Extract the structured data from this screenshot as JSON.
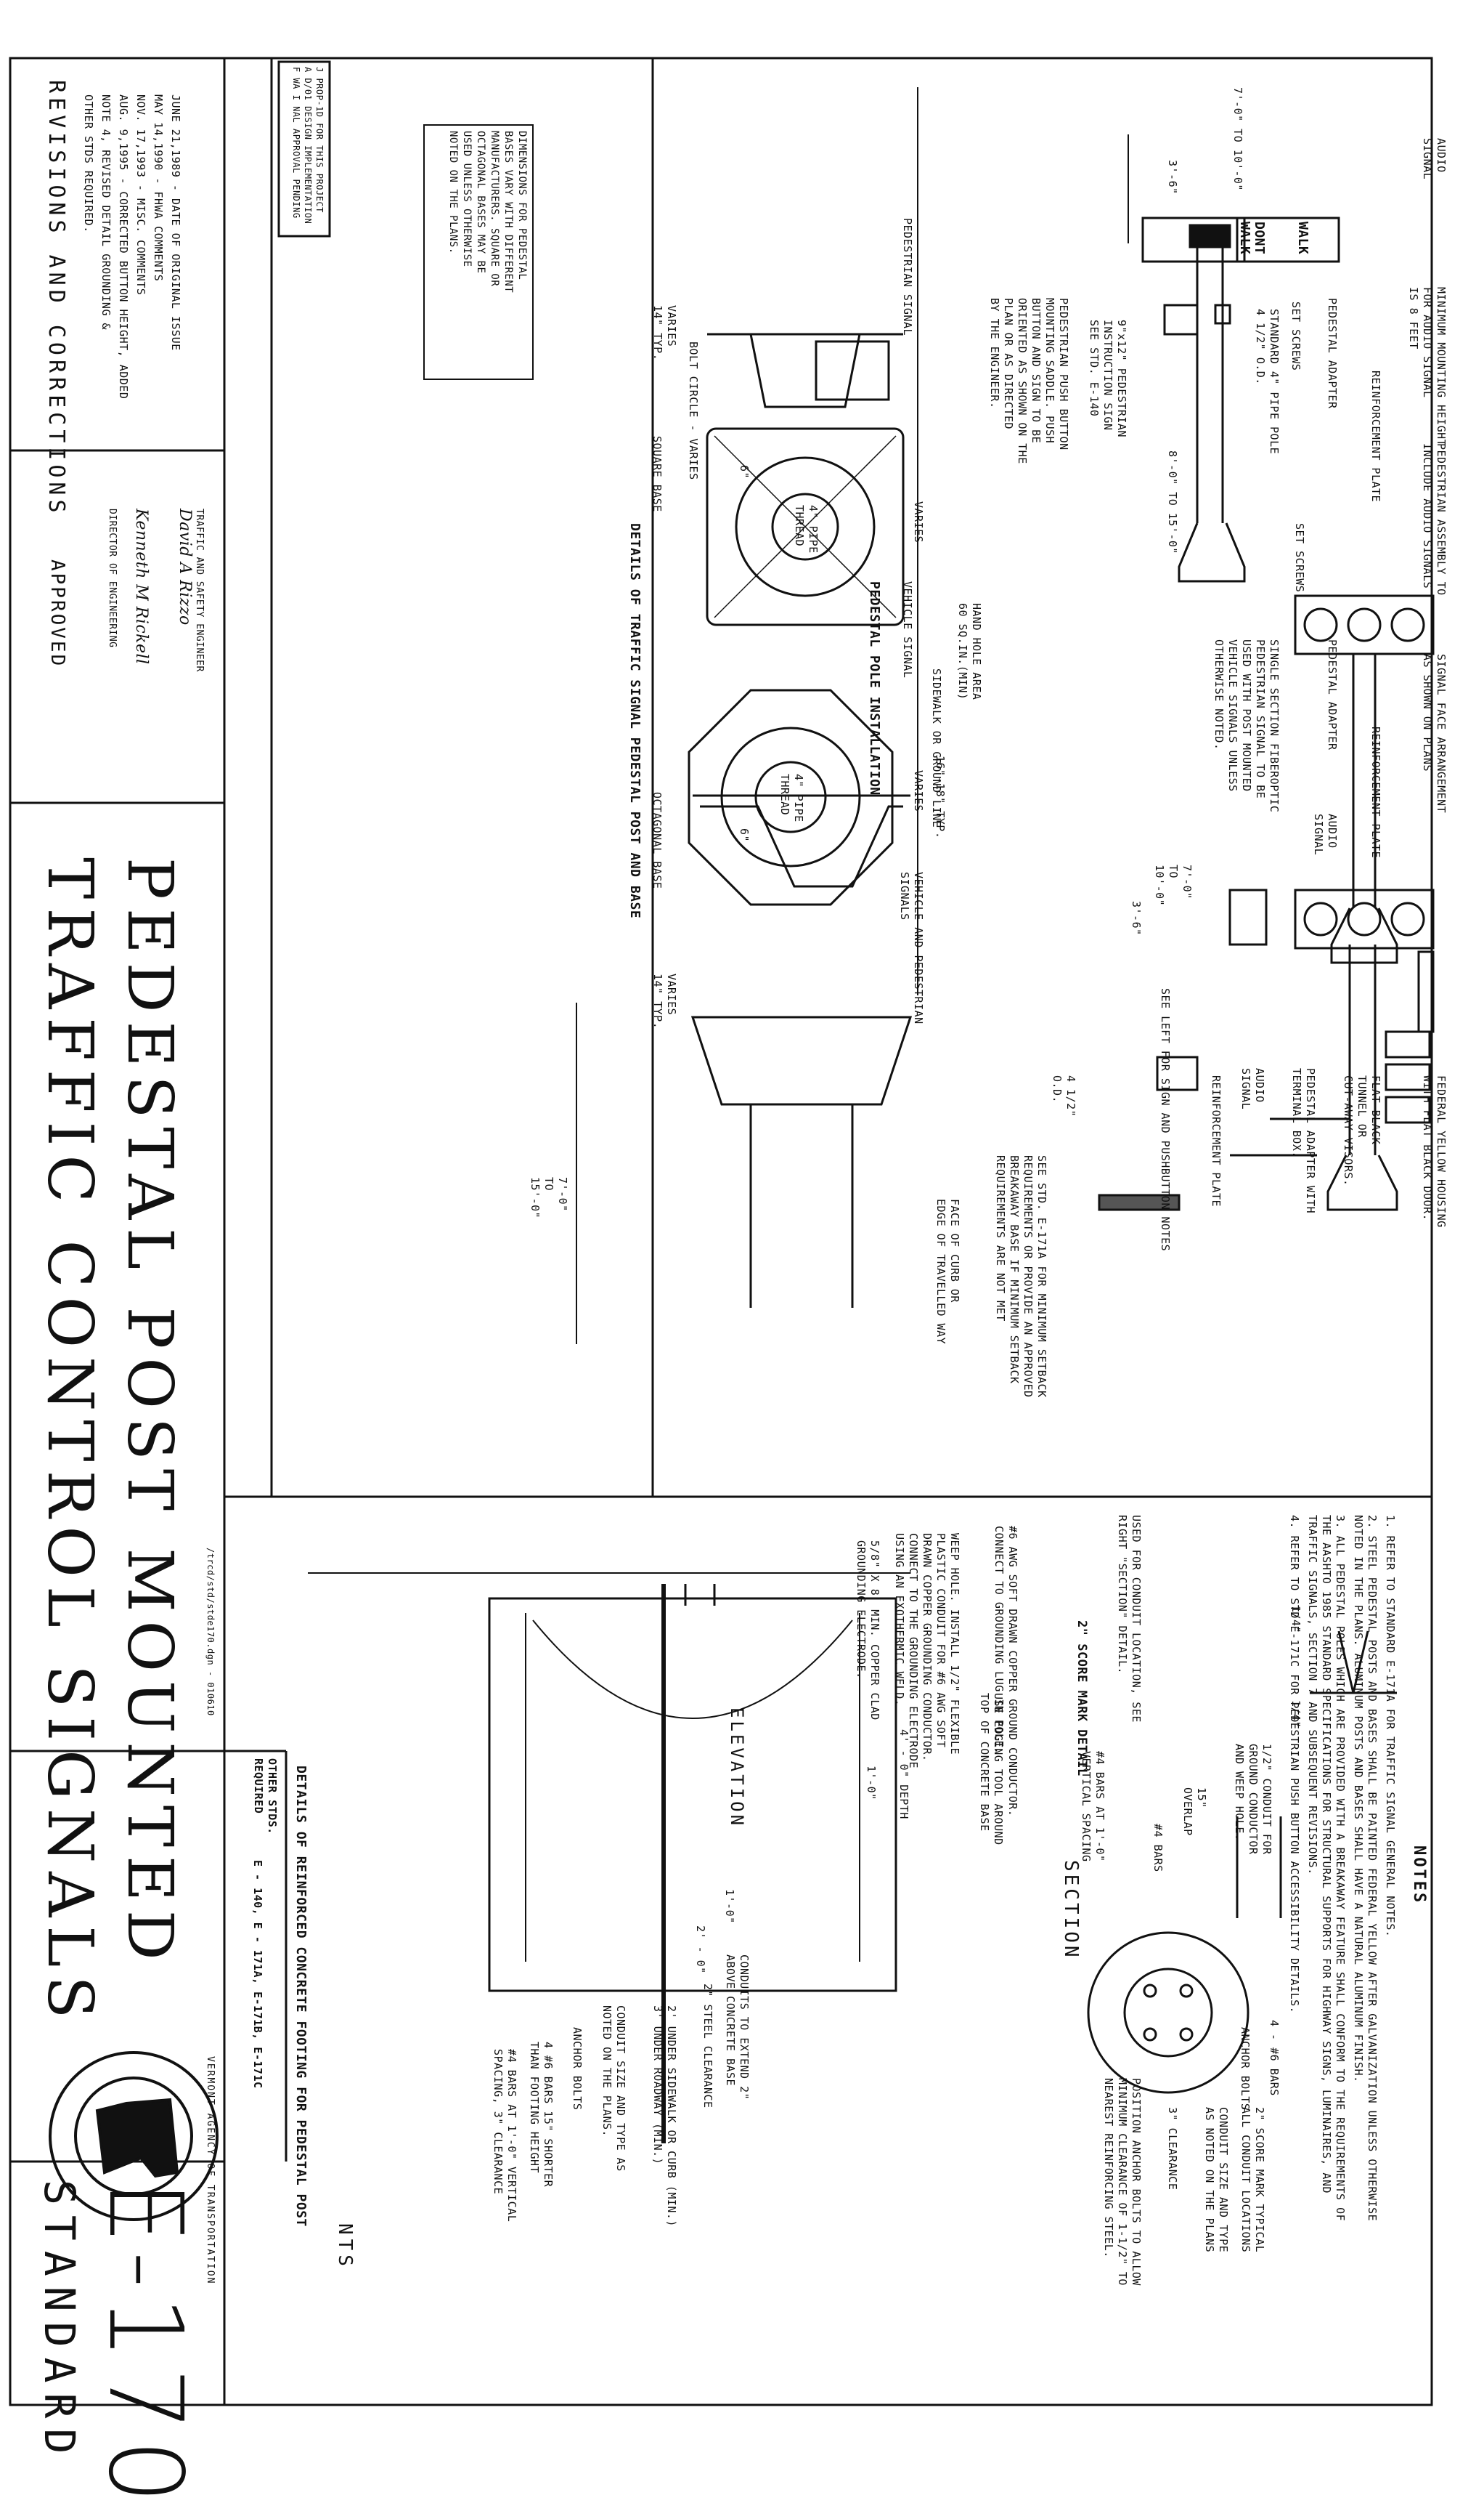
{
  "top_labels": {
    "audio_signal_1": "AUDIO\nSIGNAL",
    "min_mounting": "MINIMUM MOUNTING HEIGHT\nFOR AUDIO SIGNAL\nIS 8 FEET",
    "ped_assembly": "PEDESTRIAN ASSEMBLY TO\nINCLUDE AUDIO SIGNALS",
    "reinf_plate_1": "REINFORCEMENT PLATE",
    "ped_adapter_1": "PEDESTAL ADAPTER",
    "set_screws_1": "SET SCREWS",
    "std_pipe": "STANDARD 4\" PIPE POLE\n4 1/2\" O.D.",
    "sign_9x12": "9\"x12\" PEDESTRIAN\nINSTRUCTION SIGN\nSEE STD. E-140",
    "push_button": "PEDESTRIAN PUSH BUTTON\nMOUNTING SADDLE. PUSH\nBUTTON AND SIGN TO BE\nORIENTED AS SHOWN ON THE\nPLAN OR AS DIRECTED\nBY THE ENGINEER.",
    "dim_7_10": "7'-0\" TO 10'-0\"",
    "dim_3_6_a": "3'-6\"",
    "ped_signal_label": "PEDESTRIAN SIGNAL",
    "dim_8_15": "8'-0\" TO 15'-0\"",
    "set_screws_2": "SET SCREWS",
    "signal_face": "SIGNAL FACE ARRANGEMENT\nAS SHOWN ON PLANS",
    "reinf_plate_2": "REINFORCEMENT PLATE",
    "ped_adapter_2": "PEDESTAL ADAPTER",
    "single_section": "SINGLE SECTION FIBEROPTIC\nPEDESTRIAN SIGNAL TO BE\nUSED WITH POST MOUNTED\nVEHICLE SIGNALS UNLESS\nOTHERWISE NOTED.",
    "vehicle_signal_label": "VEHICLE SIGNAL",
    "sidewalk": "SIDEWALK OR GROUND LINE",
    "audio_signal_2": "AUDIO\nSIGNAL",
    "dim_7_10_b": "7'-0\"\nTO\n10'-0\"",
    "dim_3_6_b": "3'-6\"",
    "veh_ped_label": "VEHICLE AND PEDESTRIAN\nSIGNALS",
    "federal_yellow": "FEDERAL YELLOW HOUSING\nWITH FLAT BLACK DOOR.",
    "flat_black": "FLAT BLACK\nTUNNEL OR\nCUT-AWAY VISORS.",
    "ped_adapter_3": "PEDESTAL ADAPTER WITH\nTERMINAL BOX.",
    "audio_signal_3": "AUDIO\nSIGNAL",
    "reinf_plate_3": "REINFORCEMENT PLATE",
    "see_left": "SEE LEFT FOR SIGN AND PUSHBUTTON NOTES",
    "od_4_5": "4 1/2\"\nO.D.",
    "see_std": "SEE STD. E-171A FOR MINIMUM SETBACK\nREQUIREMENTS OR PROVIDE AN APPROVED\nBREAKAWAY BASE IF MINIMUM SETBACK\nREQUIREMENTS ARE NOT MET",
    "face_curb": "FACE OF CURB OR\nEDGE OF TRAVELLED WAY",
    "pole_install_title": "PEDESTAL POLE INSTALLATION",
    "walk": "WALK",
    "dont": "DONT",
    "walk2": "WALK"
  },
  "base_labels": {
    "dims_note": "DIMENSIONS FOR PEDESTAL\nBASES VARY WITH DIFFERENT\nMANUFACTURERS. SQUARE OR\nOCTAGONAL BASES MAY BE\nUSED UNLESS OTHERWISE\nNOTED ON THE PLANS.",
    "bolt_circle": "BOLT CIRCLE - VARIES",
    "pipe_thread_1": "4\" PIPE\nTHREAD",
    "pipe_thread_2": "4\" PIPE\nTHREAD",
    "varies_1": "VARIES",
    "varies_14": "VARIES\n14\" TYP.",
    "dim_6_1": "6\"",
    "hand_hole": "HAND HOLE AREA\n60 SQ.IN.(MIN)",
    "varies_2": "VARIES",
    "dim_16_18": "16\"-18\" TYP.",
    "dim_6_2": "6\"",
    "varies_14b": "VARIES\n14\" TYP.",
    "dim_7_15": "7'-0\"\nTO\n15'-0\"",
    "square_base": "SQUARE BASE",
    "octagonal_base": "OCTAGONAL BASE",
    "details_title": "DETAILS OF TRAFFIC SIGNAL PEDESTAL POST AND BASE"
  },
  "stamp": "J PROP-1D FOR THIS PROJECT\nA D/01 DESIGN IMPLEMENTATION\nF WA I NAL APPROVAL PENDING",
  "revisions": {
    "title": "REVISIONS AND CORRECTIONS",
    "lines": "JUNE 21,1989 - DATE OF ORIGINAL ISSUE\nMAY 14,1990 - FHWA COMMENTS\nNOV. 17,1993 - MISC. COMMENTS\nAUG. 9,1995 - CORRECTED BUTTON HEIGHT, ADDED\nNOTE 4, REVISED DETAIL GROUNDING &\nOTHER STDS REQUIRED."
  },
  "approved": {
    "title": "APPROVED",
    "sig1_title": "DIRECTOR OF ENGINEERING",
    "sig2_title": "TRAFFIC AND SAFETY ENGINEER",
    "sig1": "Kenneth M Rickell",
    "sig2": "David A Rizzo"
  },
  "title_block": {
    "line1": "TRAFFIC CONTROL SIGNALS",
    "line2": "PEDESTAL POST MOUNTED",
    "path": "/trcd/std/stde170.dgn - 010610"
  },
  "notes": {
    "title": "NOTES",
    "items": [
      "1.  REFER TO STANDARD E-171A FOR TRAFFIC SIGNAL GENERAL NOTES.",
      "2.  STEEL PEDESTAL POSTS AND BASES SHALL BE PAINTED FEDERAL YELLOW AFTER GALVANIZATION UNLESS OTHERWISE\n     NOTED IN THE PLANS. ALUMINUM POSTS AND BASES SHALL HAVE A NATURAL ALUMINUM FINISH.",
      "3.  ALL PEDESTAL POLES WHICH ARE PROVIDED WITH A BREAKAWAY FEATURE SHALL CONFORM TO THE REQUIREMENTS OF\n     THE AASHTO 1985 STANDARD SPECIFICATIONS FOR STRUCTURAL SUPPORTS FOR HIGHWAY SIGNS, LUMINAIRES, AND\n     TRAFFIC SIGNALS, SECTION 7 AND SUBSEQUENT REVISIONS.",
      "4.  REFER TO STD E-171C FOR PEDESTRIAN PUSH BUTTON ACCESSIBILITY DETAILS."
    ]
  },
  "score_detail": {
    "dim1": "1/4\"",
    "dim2": "1/4\"",
    "text": "USED FOR CONDUIT LOCATION, SEE\nRIGHT \"SECTION\" DETAIL.",
    "title": "2\" SCORE MARK DETAIL"
  },
  "section": {
    "title": "SECTION",
    "conduit": "1/2\" CONDUIT FOR\nGROUND CONDUCTOR\nAND WEEP HOLE.",
    "overlap": "15\"\nOVERLAP",
    "bars4": "#4 BARS",
    "bars_at": "#4 BARS AT 1'-0\"\nVERTICAL SPACING",
    "bars6": "4 - #6 BARS",
    "anchor": "ANCHOR BOLTS",
    "score": "2\" SCORE MARK TYPICAL\nALL CONDUIT LOCATIONS",
    "conduit_size": "CONDUIT SIZE AND TYPE\nAS NOTED ON THE PLANS",
    "clearance": "3\" CLEARANCE",
    "position": "POSITION ANCHOR BOLTS TO ALLOW\nMINIMUM CLEARANCE OF 1-1/2\" TO\nNEAREST REINFORCING STEEL."
  },
  "elevation": {
    "ground": "#6 AWG SOFT DRAWN COPPER GROUND CONDUCTOR.\nCONNECT TO GROUNDING LUG IN POLE.",
    "edging": "USE EDGING TOOL AROUND\nTOP OF CONCRETE BASE",
    "weep": "WEEP HOLE. INSTALL 1/2\" FLEXIBLE\nPLASTIC CONDUIT FOR #6 AWG SOFT\nDRAWN COPPER GROUNDING CONDUCTOR.\nCONNECT TO THE GROUNDING ELECTRODE\nUSING AN EXOTHERMIC WELD.",
    "rod": "5/8\" X 8' MIN. COPPER CLAD\nGROUNDING ELECTRODE.",
    "elev_title": "ELEVATION",
    "depth": "4' - 0\" DEPTH",
    "d1": "1'-0\"",
    "d2": "1'-0\"",
    "d3": "2' - 0\"",
    "conduits": "CONDUITS TO EXTEND 2\"\nABOVE CONCRETE BASE",
    "steel_clear": "2\" STEEL CLEARANCE",
    "under": "2' UNDER SIDEWALK OR CURB (MIN.)\n3' UNDER ROADWAY (MIN.)",
    "cond_size": "CONDUIT SIZE AND TYPE AS\nNOTED ON THE PLANS.",
    "anchor": "ANCHOR BOLTS",
    "bars6": "4 #6 BARS 15\" SHORTER\nTHAN FOOTING HEIGHT",
    "bars4": "#4 BARS AT 1'-0\" VERTICAL\nSPACING, 3\" CLEARANCE",
    "title": "DETAILS OF REINFORCED CONCRETE FOOTING FOR PEDESTAL POST",
    "nts": "NTS"
  },
  "other_stds": {
    "label": "OTHER STDS.\nREQUIRED",
    "value": "E - 140,  E - 171A,  E-171B,  E-171C"
  },
  "logo": {
    "ring": "VERMONT AGENCY OF TRANSPORTATION"
  },
  "standard": {
    "word": "STANDARD",
    "number": "E-170"
  }
}
